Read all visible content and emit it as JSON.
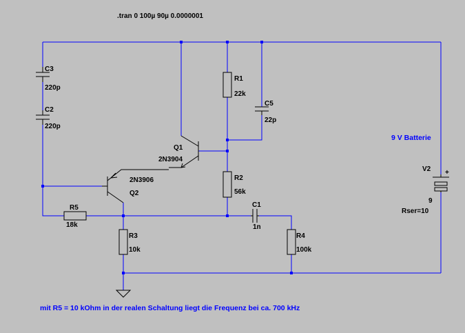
{
  "directive": ".tran 0 100µ 90µ 0.0000001",
  "components": {
    "c3": {
      "name": "C3",
      "value": "220p"
    },
    "c2": {
      "name": "C2",
      "value": "220p"
    },
    "r1": {
      "name": "R1",
      "value": "22k"
    },
    "c5": {
      "name": "C5",
      "value": "22p"
    },
    "q1": {
      "name": "Q1",
      "model": "2N3904"
    },
    "q2": {
      "name": "Q2",
      "model": "2N3906"
    },
    "r2": {
      "name": "R2",
      "value": "56k"
    },
    "r5": {
      "name": "R5",
      "value": "18k"
    },
    "c1": {
      "name": "C1",
      "value": "1n"
    },
    "r3": {
      "name": "R3",
      "value": "10k"
    },
    "r4": {
      "name": "R4",
      "value": "100k"
    },
    "v2": {
      "name": "V2",
      "value": "9",
      "extra": "Rser=10",
      "plus": "+"
    }
  },
  "notes": {
    "battery": "9 V Batterie",
    "footer": "mit R5 = 10 kOhm in der realen Schaltung liegt die Frequenz bei ca. 700 kHz"
  },
  "colors": {
    "background": "#c0c0c0",
    "wire": "#0000ff",
    "component": "#000000"
  }
}
